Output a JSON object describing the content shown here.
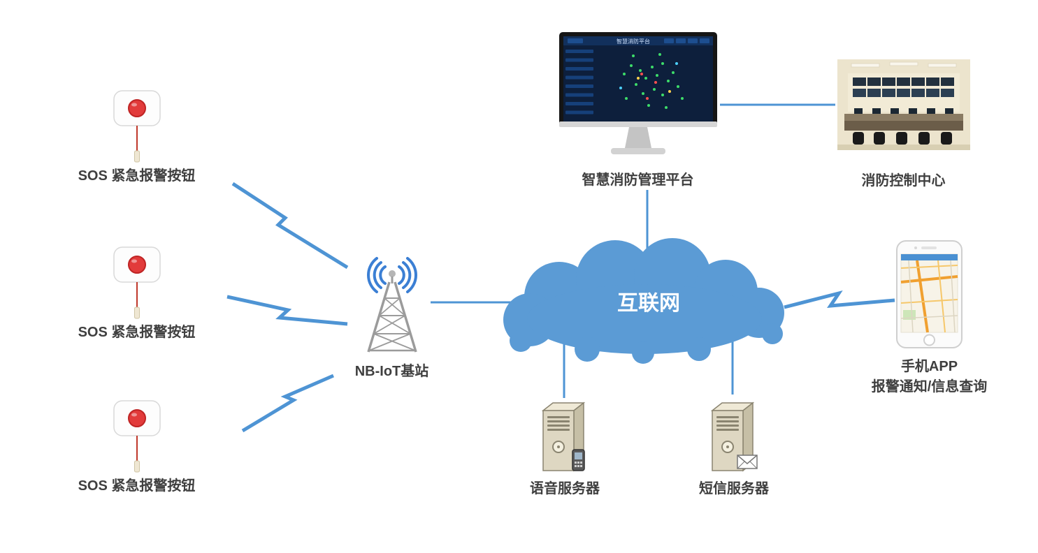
{
  "diagram": {
    "sos_buttons": [
      {
        "label": "SOS 紧急报警按钮"
      },
      {
        "label": "SOS 紧急报警按钮"
      },
      {
        "label": "SOS 紧急报警按钮"
      }
    ],
    "base_station": {
      "label": "NB-IoT基站"
    },
    "cloud": {
      "label": "互联网"
    },
    "platform": {
      "label": "智慧消防管理平台",
      "screen_title": "智慧消防平台"
    },
    "control_center": {
      "label": "消防控制中心"
    },
    "voice_server": {
      "label": "语音服务器"
    },
    "sms_server": {
      "label": "短信服务器"
    },
    "phone": {
      "label_line1": "手机APP",
      "label_line2": "报警通知/信息查询"
    },
    "colors": {
      "line": "#4E94D4",
      "cloud": "#5B9BD5",
      "label_text": "#3F3F3F"
    }
  }
}
